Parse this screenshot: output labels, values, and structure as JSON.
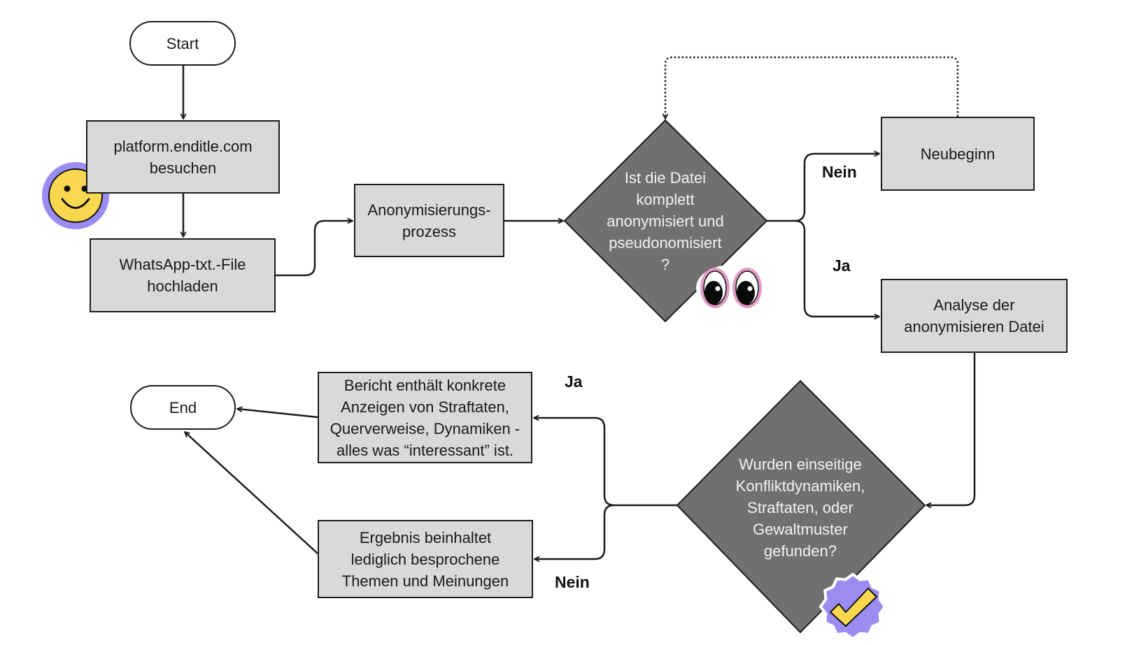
{
  "diagram": {
    "type": "flowchart",
    "colors": {
      "process_fill": "#d9d9d9",
      "decision_fill": "#707070",
      "stroke": "#1c1c1c",
      "decision_text": "#f2f2f2",
      "smiley_ring": "#9b8cf2",
      "smiley_face": "#f9d74e",
      "eyes_ring": "#e39ac7",
      "badge_fill": "#9b8cf2",
      "check_fill": "#f9d74e"
    },
    "nodes": {
      "start": {
        "label": "Start"
      },
      "visit": {
        "label": "platform.enditle.com\nbesuchen"
      },
      "upload": {
        "label": "WhatsApp-txt.-File\nhochladen"
      },
      "anonymize": {
        "label": "Anonymisierungs-\nprozess"
      },
      "decision1": {
        "label": "Ist die Datei\nkomplett\nanonymisiert und\npseudonomisiert\n?"
      },
      "restart": {
        "label": "Neubeginn"
      },
      "analysis": {
        "label": "Analyse der\nanonymisieren Datei"
      },
      "decision2": {
        "label": "Wurden einseitige\nKonfliktdynamiken,\nStraftaten, oder\nGewaltmuster\ngefunden?"
      },
      "report": {
        "label": "Bericht enthält konkrete\nAnzeigen von Straftaten,\nQuerverweise, Dynamiken -\nalles was “interessant” ist."
      },
      "result": {
        "label": "Ergebnis beinhaltet\nlediglich besprochene\nThemen und Meinungen"
      },
      "end": {
        "label": "End"
      }
    },
    "edge_labels": {
      "d1_no": "Nein",
      "d1_yes": "Ja",
      "d2_yes": "Ja",
      "d2_no": "Nein"
    },
    "stickers": {
      "smiley": "smiley-face-icon",
      "eyes": "googly-eyes-icon",
      "badge": "verified-check-badge-icon"
    }
  }
}
